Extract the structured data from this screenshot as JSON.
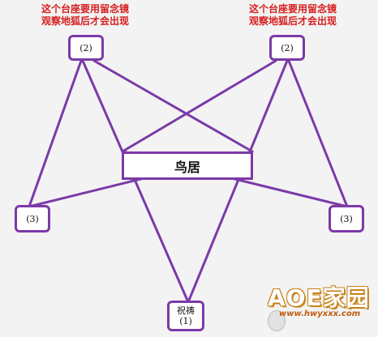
{
  "notes": {
    "left_line1": "这个台座要用留念镜",
    "left_line2": "观察地狐后才会出现",
    "right_line1": "这个台座要用留念镜",
    "right_line2": "观察地狐后才会出现"
  },
  "nodes": {
    "top_left": "(2)",
    "top_right": "(2)",
    "mid_left": "(3)",
    "mid_right": "(3)",
    "bottom_line1": "祝祷",
    "bottom_line2": "(1)"
  },
  "center_label": "鸟居",
  "watermark": {
    "title": "AOE家园",
    "url": "www.hwyxxx.com"
  },
  "colors": {
    "line": "#7b3aa8",
    "note": "#d61f1f",
    "background": "#f3f3f3"
  }
}
